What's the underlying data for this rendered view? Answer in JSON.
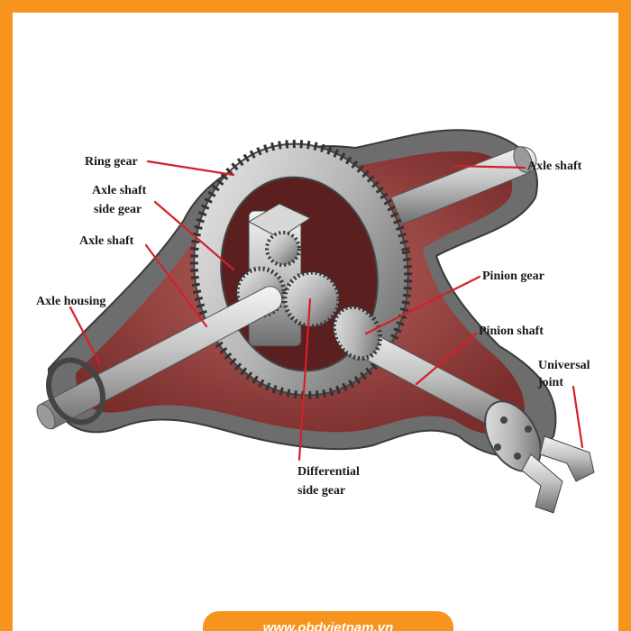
{
  "labels": {
    "ring_gear": "Ring gear",
    "axle_shaft_right": "Axle shaft",
    "axle_shaft_side_gear_1": "Axle shaft",
    "axle_shaft_side_gear_2": "side gear",
    "axle_shaft_left": "Axle shaft",
    "pinion_gear": "Pinion gear",
    "axle_housing": "Axle housing",
    "pinion_shaft": "Pinion shaft",
    "universal_joint_1": "Universal",
    "universal_joint_2": "joint",
    "differential_side_gear_1": "Differential",
    "differential_side_gear_2": "side gear"
  },
  "footer": {
    "website": "www.obdvietnam.vn"
  },
  "colors": {
    "frame": "#f7941d",
    "housing": "#8c3a38",
    "metal": "#c9c9c9",
    "leader": "#d4202a"
  }
}
